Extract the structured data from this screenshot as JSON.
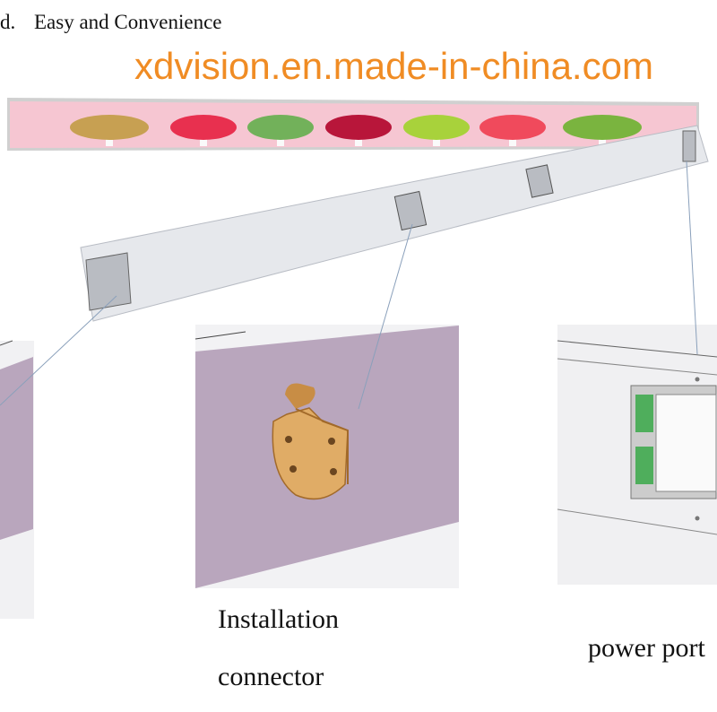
{
  "heading": {
    "marker": "d.",
    "title": "Easy and Convenience"
  },
  "labels": {
    "installation_line1": "Installation",
    "installation_line2": "connector",
    "power": "power port"
  },
  "watermark": "xdvision.en.made-in-china.com",
  "colors": {
    "panel_purple": "#b9a6bd",
    "strip_pink": "#f6c6d2",
    "bar_gray": "#e6e8ec",
    "copper": "#d9a55a",
    "port_green": "#4fae5c",
    "watermark_orange": "#f08c24"
  },
  "lollipop_colors": [
    "#c7a052",
    "#e8304f",
    "#72b15a",
    "#b8163a",
    "#a8d23b",
    "#f04a5c",
    "#7ab43f"
  ]
}
